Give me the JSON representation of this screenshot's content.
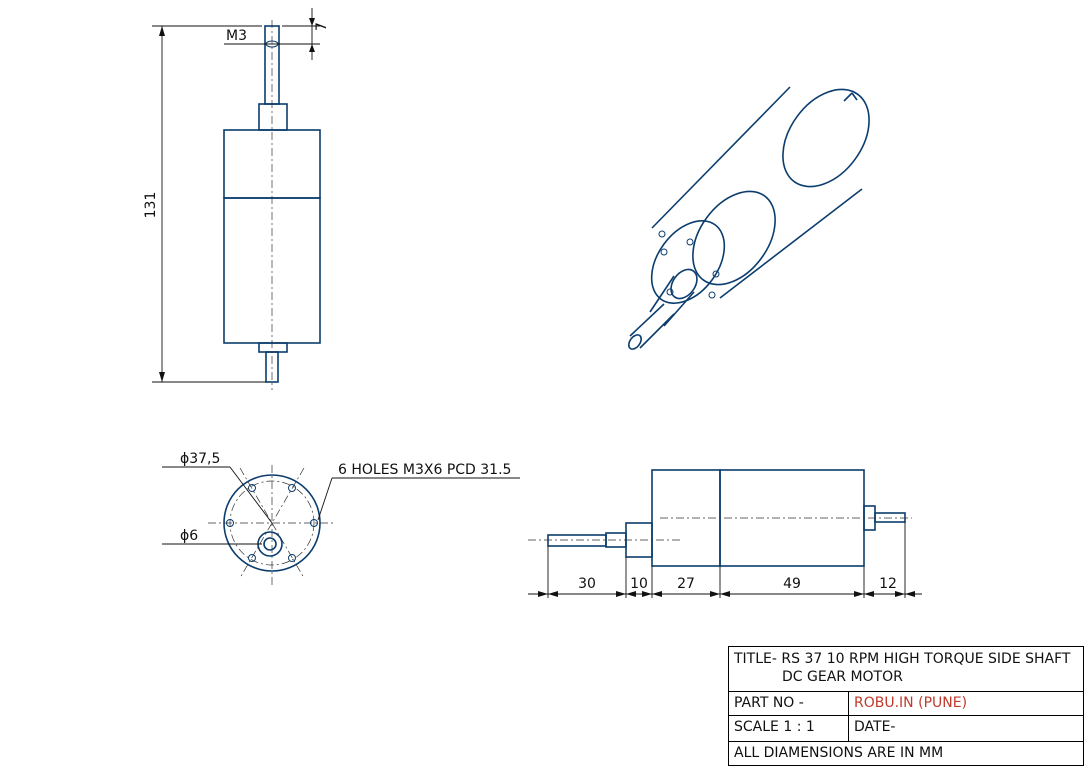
{
  "dimensions": {
    "thread": "M3",
    "thread_depth": "7",
    "overall_length": "131",
    "body_diameter": "ϕ37,5",
    "shaft_diameter": "ϕ6",
    "holes_note": "6 HOLES M3X6 PCD 31.5",
    "side_lengths": [
      "30",
      "10",
      "27",
      "49",
      "12"
    ]
  },
  "title_block": {
    "title_line1": "TITLE- RS 37 10 RPM HIGH TORQUE SIDE SHAFT",
    "title_line2": "DC GEAR MOTOR",
    "part_no_label": "PART NO -",
    "part_no_value": "ROBU.IN (PUNE)",
    "scale_label": "SCALE 1 : 1",
    "date_label": "DATE-",
    "units_note": "ALL DIAMENSIONS ARE IN MM"
  },
  "colors": {
    "part_line": "#0b3d6e",
    "dimension_line": "#111111",
    "accent_text": "#c0392b"
  }
}
